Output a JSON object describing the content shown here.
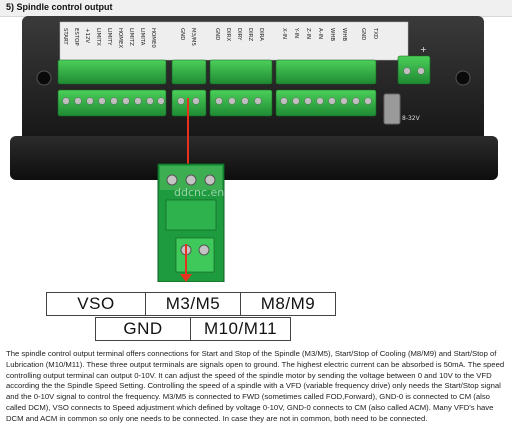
{
  "header": {
    "title": "5) Spindle control output"
  },
  "board": {
    "labels_top": [
      "START",
      "ESTOP",
      "+12V",
      "LIMITX",
      "LIMITY",
      "HOMEX",
      "LIMITZ",
      "LIMITA",
      "HOME0"
    ],
    "labels_mid": [
      "GND",
      "M3/M5",
      "GND",
      "DIRX",
      "DIRY",
      "DIRZ",
      "DIRA"
    ],
    "labels_right": [
      "X-IN",
      "Y-IN",
      "Z-IN",
      "A-IN",
      "WHB",
      "WHB",
      "GND",
      "TXD"
    ],
    "power_label": "8-32V",
    "watermark": "ddcnc.en.built"
  },
  "table": {
    "row1": [
      "VSO",
      "M3/M5",
      "M8/M9"
    ],
    "row2": [
      "GND",
      "M10/M11"
    ]
  },
  "description": "The spindle control output terminal offers connections for Start and Stop of the Spindle (M3/M5), Start/Stop of Cooling (M8/M9) and Start/Stop of Lubrication (M10/M11). These three output terminals are signals open to ground. The highest electric current can be absorbed is 50mA. The speed controlling output terminal can output 0-10V. It can adjust the speed of the spindle motor by sending the voltage between 0 and 10V to the VFD according the the Spindle Speed Setting. Controlling the speed of a spindle with a VFD (variable frequency drive) only needs the Start/Stop signal and the 0-10V signal to control the frequency. M3/M5 is connected to FWD (sometimes called FOD,Forward), GND-0 is connected to CM (also called DCM), VSO connects to Speed adjustment which defined by voltage 0-10V, GND-0 connects to CM (also called ACM). Many VFD's have DCM and ACM in common so only one needs to be connected. In case they are not in common, both need to be connected."
}
